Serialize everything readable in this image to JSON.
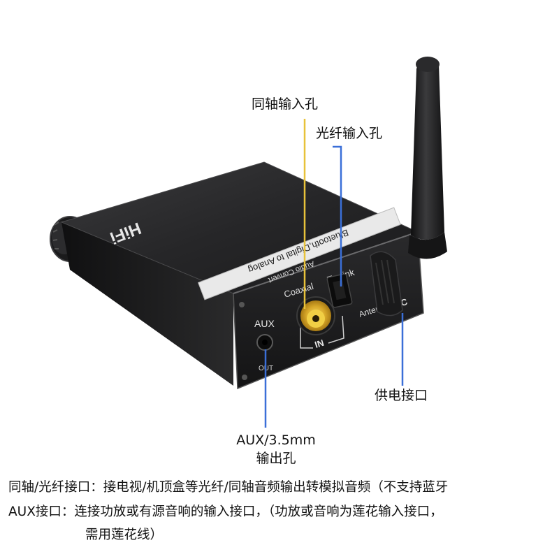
{
  "device": {
    "brand": "HiFi",
    "label_line1": "Bluetooth,Digital to Analog",
    "label_line2": "Audio Convert",
    "panel_coaxial": "Coaxial",
    "panel_toslink": "Toslink",
    "panel_in": "IN",
    "panel_antenna": "Antenna",
    "panel_dc": "DC",
    "panel_aux": "AUX",
    "panel_out": "OUT"
  },
  "callouts": {
    "coaxial_input": "同轴输入孔",
    "optical_input": "光纤输入孔",
    "power": "供电接口",
    "aux_line1": "AUX/3.5mm",
    "aux_line2": "输出孔"
  },
  "caption": {
    "line1": "同轴/光纤接口：接电视/机顶盒等光纤/同轴音频输出转模拟音频（不支持蓝牙",
    "line2": "AUX接口：连接功放或有源音响的输入接口，（功放或音响为莲花输入接口，",
    "line3": "需用莲花线）"
  },
  "colors": {
    "coax_line": "#e8c23a",
    "optical_line": "#3a6fd8",
    "dc_line": "#3a6fd8",
    "aux_line": "#3a6fd8"
  }
}
